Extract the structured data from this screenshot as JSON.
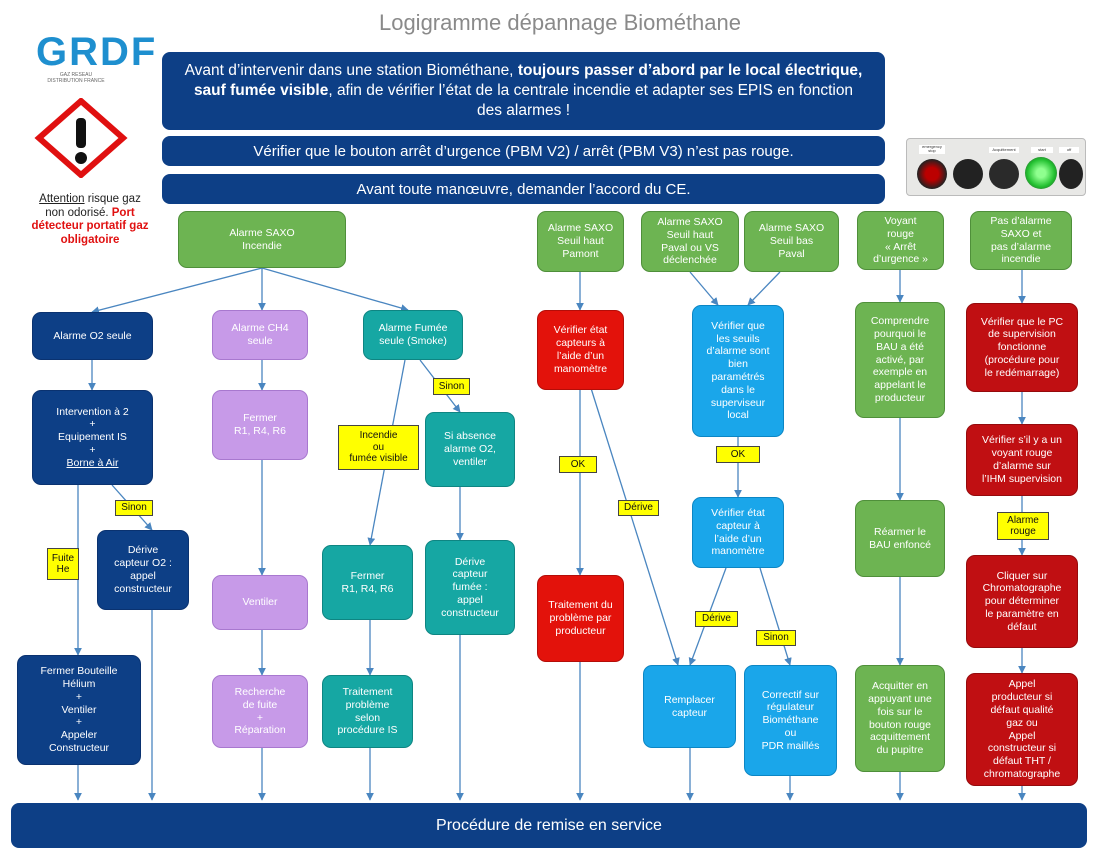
{
  "title": "Logigramme dépannage Biométhane",
  "logo": {
    "text": "GRDF",
    "subtitle": "GAZ RESEAU\nDISTRIBUTION FRANCE"
  },
  "warning": {
    "attention_word": "Attention",
    "attention_rest": " risque gaz non odorisé.",
    "emphasis": "Port détecteur portatif gaz obligatoire"
  },
  "banners": {
    "top_pre": "Avant d’intervenir dans une station Biométhane, ",
    "top_bold1": "toujours passer d’abord par le local électrique, sauf fumée visible",
    "top_post": ", afin de vérifier l’état de la centrale incendie et adapter ses EPIS en fonction des alarmes !",
    "button_check": "Vérifier que le bouton arrêt d’urgence (PBM V2) / arrêt (PBM V3) n’est pas rouge.",
    "agreement": "Avant toute manœuvre, demander l’accord du CE.",
    "footer": "Procédure de remise en service"
  },
  "nodes": {
    "incendie": "Alarme SAXO\nIncendie",
    "o2": "Alarme O2 seule",
    "ch4": "Alarme  CH4\nseule",
    "fumee": "Alarme Fumée\nseule (Smoke)",
    "interv_a": "Intervention à 2\n+\nEquipement IS\n+",
    "interv_b": "Borne à Air",
    "derive_o2": "Dérive\ncapteur O2 :\nappel\nconstructeur",
    "fermer_bout": "Fermer Bouteille\nHélium\n+\nVentiler\n+\nAppeler\nConstructeur",
    "fermer_r1": "Fermer\nR1, R4, R6",
    "ventiler": "Ventiler",
    "recherche": "Recherche\nde fuite\n+\nRéparation",
    "absence": "Si absence\nalarme O2,\nventiler",
    "fermer_r2": "Fermer\nR1, R4, R6",
    "derive_fumee": "Dérive\ncapteur\nfumée :\nappel\nconstructeur",
    "traitement_is": "Traitement\nproblème\nselon\nprocédure IS",
    "seuil_amont": "Alarme SAXO\nSeuil haut\nPamont",
    "seuil_paval": "Alarme SAXO\nSeuil haut\nPaval ou VS\ndéclenchée",
    "seuil_bas": "Alarme SAXO\nSeuil bas\nPaval",
    "verif_capt1": "Vérifier état\ncapteurs à\nl’aide d’un\nmanomètre",
    "traitement_prod": "Traitement du\nproblème par\nproducteur",
    "verif_seuils": "Vérifier que\nles seuils\nd’alarme sont\nbien\nparamétrés\ndans le\nsuperviseur\nlocal",
    "verif_capt2": "Vérifier état\ncapteur à\nl’aide d’un\nmanomètre",
    "remplacer": "Remplacer\ncapteur",
    "correctif": "Correctif sur\nrégulateur\nBiométhane\nou\nPDR maillés",
    "voyant": "Voyant\nrouge\n« Arrêt\nd’urgence »",
    "comprendre": "Comprendre\npourquoi le\nBAU a été\nactivé, par\nexemple en\nappelant le\nproducteur",
    "rearmer": "Réarmer le\nBAU enfoncé",
    "acquitter": "Acquitter en\nappuyant une\nfois sur le\nbouton rouge\nacquittement\ndu pupitre",
    "pas_alarme": "Pas d’alarme\nSAXO et\npas d’alarme\nincendie",
    "verif_pc": "Vérifier que le PC\nde supervision\nfonctionne\n(procédure pour\nle redémarrage)",
    "verif_voyant": "Vérifier s’il y a un\nvoyant rouge\nd’alarme sur\nl’IHM supervision",
    "cliquer": "Cliquer sur\nChromatographe\npour déterminer\nle paramètre en\ndéfaut",
    "appel": "Appel\nproducteur si\ndéfaut qualité\ngaz  ou\nAppel\nconstructeur si\ndéfaut THT /\nchromatographe"
  },
  "labels": {
    "sinon1": "Sinon",
    "fuite": "Fuite\nHe",
    "sinon2": "Sinon",
    "incendie_visible": "Incendie\nou\nfumée visible",
    "ok1": "OK",
    "derive1": "Dérive",
    "ok2": "OK",
    "derive2": "Dérive",
    "sinon3": "Sinon",
    "alarme_rouge": "Alarme\nrouge"
  },
  "panel_buttons": [
    "emergency\nstop",
    "",
    "Acquittement",
    "start",
    "off"
  ],
  "colors": {
    "navy": "#0d3f86",
    "lilac": "#c79ae8",
    "teal": "#16a7a3",
    "green": "#6db452",
    "red": "#e3120b",
    "darkred": "#c00f12",
    "sky": "#1aa6ea",
    "yellow": "#ffff00"
  }
}
